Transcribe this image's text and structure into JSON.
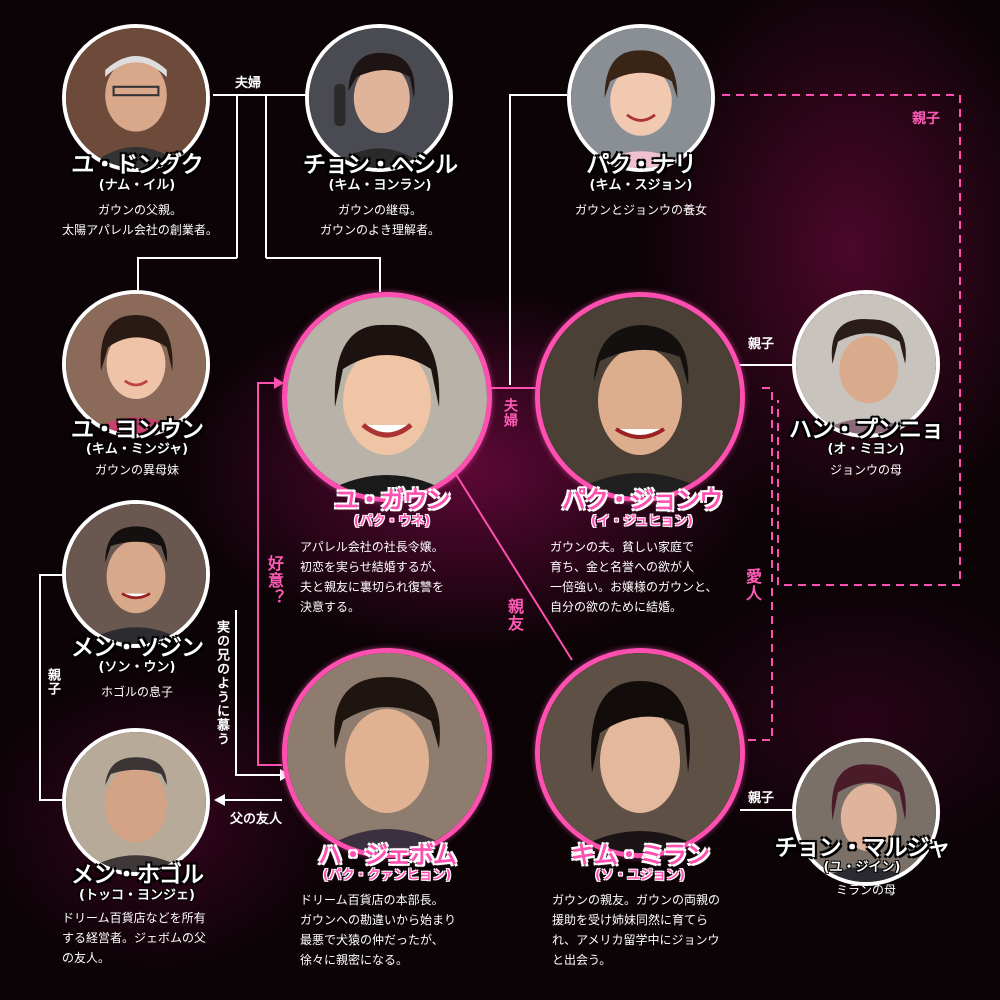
{
  "characters": {
    "yu_donggu": {
      "name": "ユ・ドングク",
      "actor": "(ナム・イル)",
      "desc": "ガウンの父親。\n太陽アパレル会社の創業者。"
    },
    "jeon_hesil": {
      "name": "チョン・ヘシル",
      "actor": "(キム・ヨンラン)",
      "desc": "ガウンの継母。\nガウンのよき理解者。"
    },
    "park_nari": {
      "name": "パク・ナリ",
      "actor": "(キム・スジョン)",
      "desc": "ガウンとジョンウの養女"
    },
    "yu_yongun": {
      "name": "ユ・ヨンウン",
      "actor": "(キム・ミンジャ)",
      "desc": "ガウンの異母妹"
    },
    "yu_gaun": {
      "name": "ユ・ガウン",
      "actor": "(パク・ウネ)",
      "desc": "アパレル会社の社長令嬢。\n初恋を実らせ結婚するが、\n夫と親友に裏切られ復讐を\n決意する。"
    },
    "park_jongu": {
      "name": "パク・ジョンウ",
      "actor": "(イ・ジュヒョン)",
      "desc": "ガウンの夫。貧しい家庭で\n育ち、金と名誉への欲が人\n一倍強い。お嬢様のガウンと、\n自分の欲のために結婚。"
    },
    "han_punnyo": {
      "name": "ハン・プンニョ",
      "actor": "(オ・ミヨン)",
      "desc": "ジョンウの母"
    },
    "men_sojin": {
      "name": "メン・ソジン",
      "actor": "(ソン・ウン)",
      "desc": "ホゴルの息子"
    },
    "ha_jebom": {
      "name": "ハ・ジェボム",
      "actor": "(パク・クァンヒョン)",
      "desc": "ドリーム百貨店の本部長。\nガウンへの勘違いから始まり\n最悪で犬猿の仲だったが、\n徐々に親密になる。"
    },
    "kim_miran": {
      "name": "キム・ミラン",
      "actor": "(ソ・ユジョン)",
      "desc": "ガウンの親友。ガウンの両親の\n援助を受け姉妹同然に育てら\nれ、アメリカ留学中にジョンウ\nと出会う。"
    },
    "jeon_malja": {
      "name": "チョン・マルジャ",
      "actor": "(ユ・ジイン)",
      "desc": "ミランの母"
    },
    "men_hogol": {
      "name": "メン・ホゴル",
      "actor": "(トッコ・ヨンジェ)",
      "desc": "ドリーム百貨店などを所有\nする経営者。ジェボムの父\nの友人。"
    }
  },
  "relations": {
    "fuufu_top": "夫婦",
    "oyako_top": "親子",
    "fuufu_mid": "夫婦",
    "oyako_han": "親子",
    "kooi": "好意？",
    "shinyu": "親友",
    "aijin": "愛人",
    "oyako_left": "親子",
    "ani": "実の兄のように慕う",
    "chichi": "父の友人",
    "oyako_malja": "親子"
  },
  "colors": {
    "accent": "#ff4fb0",
    "line": "#ffffff",
    "background": "#0b0306"
  }
}
